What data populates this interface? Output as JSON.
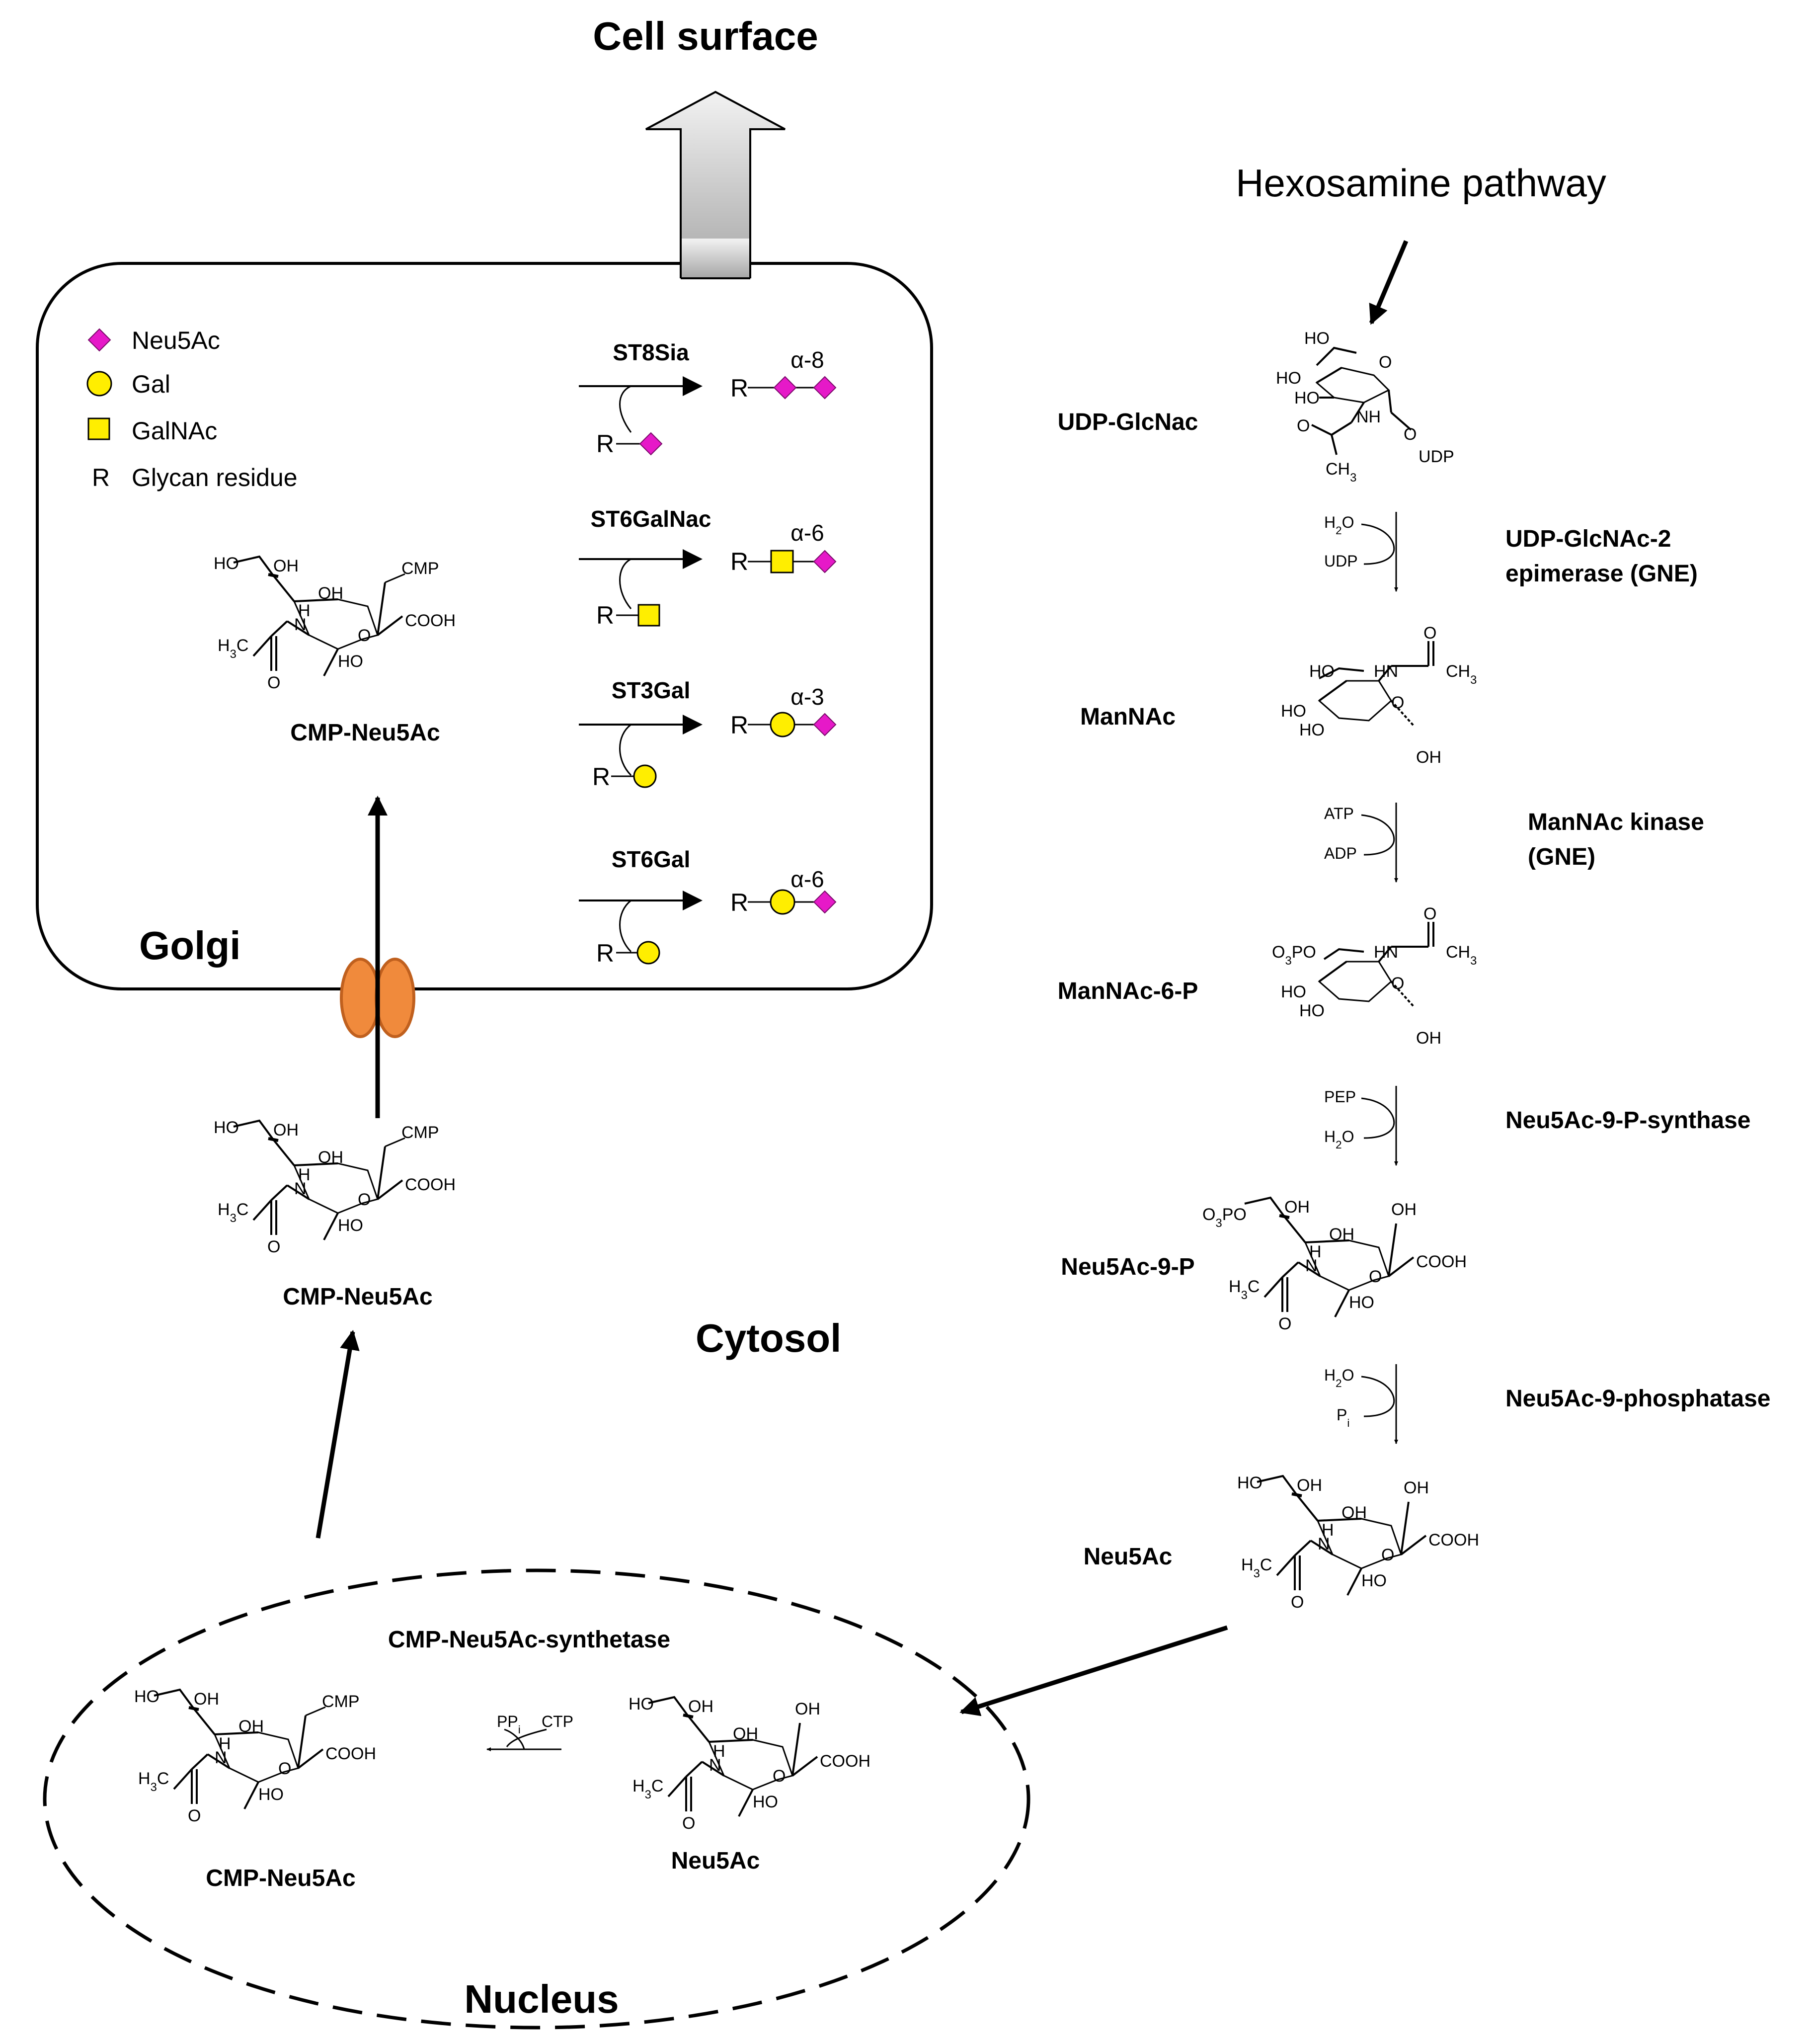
{
  "title": "Cell surface",
  "compartments": {
    "golgi": "Golgi",
    "cytosol": "Cytosol",
    "nucleus": "Nucleus"
  },
  "hexosamine_label": "Hexosamine pathway",
  "legend": [
    {
      "symbol": "diamond",
      "color": "#e619c8",
      "label": "Neu5Ac"
    },
    {
      "symbol": "circle",
      "color": "#ffee00",
      "label": "Gal"
    },
    {
      "symbol": "square",
      "color": "#ffee00",
      "label": "GalNAc"
    },
    {
      "symbol": "R",
      "label": "Glycan residue"
    }
  ],
  "sialyltransferases": [
    {
      "enzyme": "ST8Sia",
      "linkage": "α-8",
      "acceptor": "R",
      "product": "R"
    },
    {
      "enzyme": "ST6GalNac",
      "linkage": "α-6",
      "acceptor": "R",
      "product": "R"
    },
    {
      "enzyme": "ST3Gal",
      "linkage": "α-3",
      "acceptor": "R",
      "product": "R"
    },
    {
      "enzyme": "ST6Gal",
      "linkage": "α-6",
      "acceptor": "R",
      "product": "R"
    }
  ],
  "pathway": [
    {
      "compound": "UDP-GlcNac",
      "atoms": [
        "HO",
        "HO",
        "HO",
        "NH",
        "O",
        "O",
        "UDP",
        "O",
        "CH3"
      ]
    },
    {
      "enzyme": "UDP-GlcNAc-2 epimerase (GNE)",
      "enzyme_lines": [
        "UDP-GlcNAc-2",
        "epimerase (GNE)"
      ],
      "in": "H2O",
      "out": "UDP"
    },
    {
      "compound": "ManNAc",
      "atoms": [
        "HO",
        "HO",
        "HO",
        "HN",
        "O",
        "OH",
        "O",
        "CH3"
      ]
    },
    {
      "enzyme": "ManNAc kinase (GNE)",
      "enzyme_lines": [
        "ManNAc kinase",
        "(GNE)"
      ],
      "in": "ATP",
      "out": "ADP"
    },
    {
      "compound": "ManNAc-6-P",
      "atoms": [
        "O3PO",
        "HO",
        "HO",
        "HN",
        "O",
        "OH",
        "O",
        "CH3"
      ]
    },
    {
      "enzyme": "Neu5Ac-9-P-synthase",
      "in": "PEP",
      "out": "H2O"
    },
    {
      "compound": "Neu5Ac-9-P",
      "atoms": [
        "O3PO",
        "OH",
        "OH",
        "O",
        "OH",
        "COOH",
        "N",
        "H",
        "H3C",
        "O",
        "HO"
      ]
    },
    {
      "enzyme": "Neu5Ac-9-phosphatase",
      "in": "H2O",
      "out": "Pi"
    },
    {
      "compound": "Neu5Ac",
      "atoms": [
        "HO",
        "OH",
        "OH",
        "O",
        "OH",
        "COOH",
        "N",
        "H",
        "H3C",
        "O",
        "HO"
      ]
    }
  ],
  "nucleus_reaction": {
    "enzyme": "CMP-Neu5Ac-synthetase",
    "in": "CTP",
    "out": "PPi",
    "substrate": "Neu5Ac",
    "product": "CMP-Neu5Ac"
  },
  "cmp_atoms": [
    "HO",
    "OH",
    "OH",
    "O",
    "CMP",
    "COOH",
    "N",
    "H",
    "H3C",
    "O",
    "HO"
  ],
  "cmp_label": "CMP-Neu5Ac",
  "colors": {
    "neu5ac": "#e619c8",
    "gal": "#ffee00",
    "transporter": "#f08a3c",
    "transporter_edge": "#c0601e",
    "arrow_fill": "#c8c8c8"
  }
}
